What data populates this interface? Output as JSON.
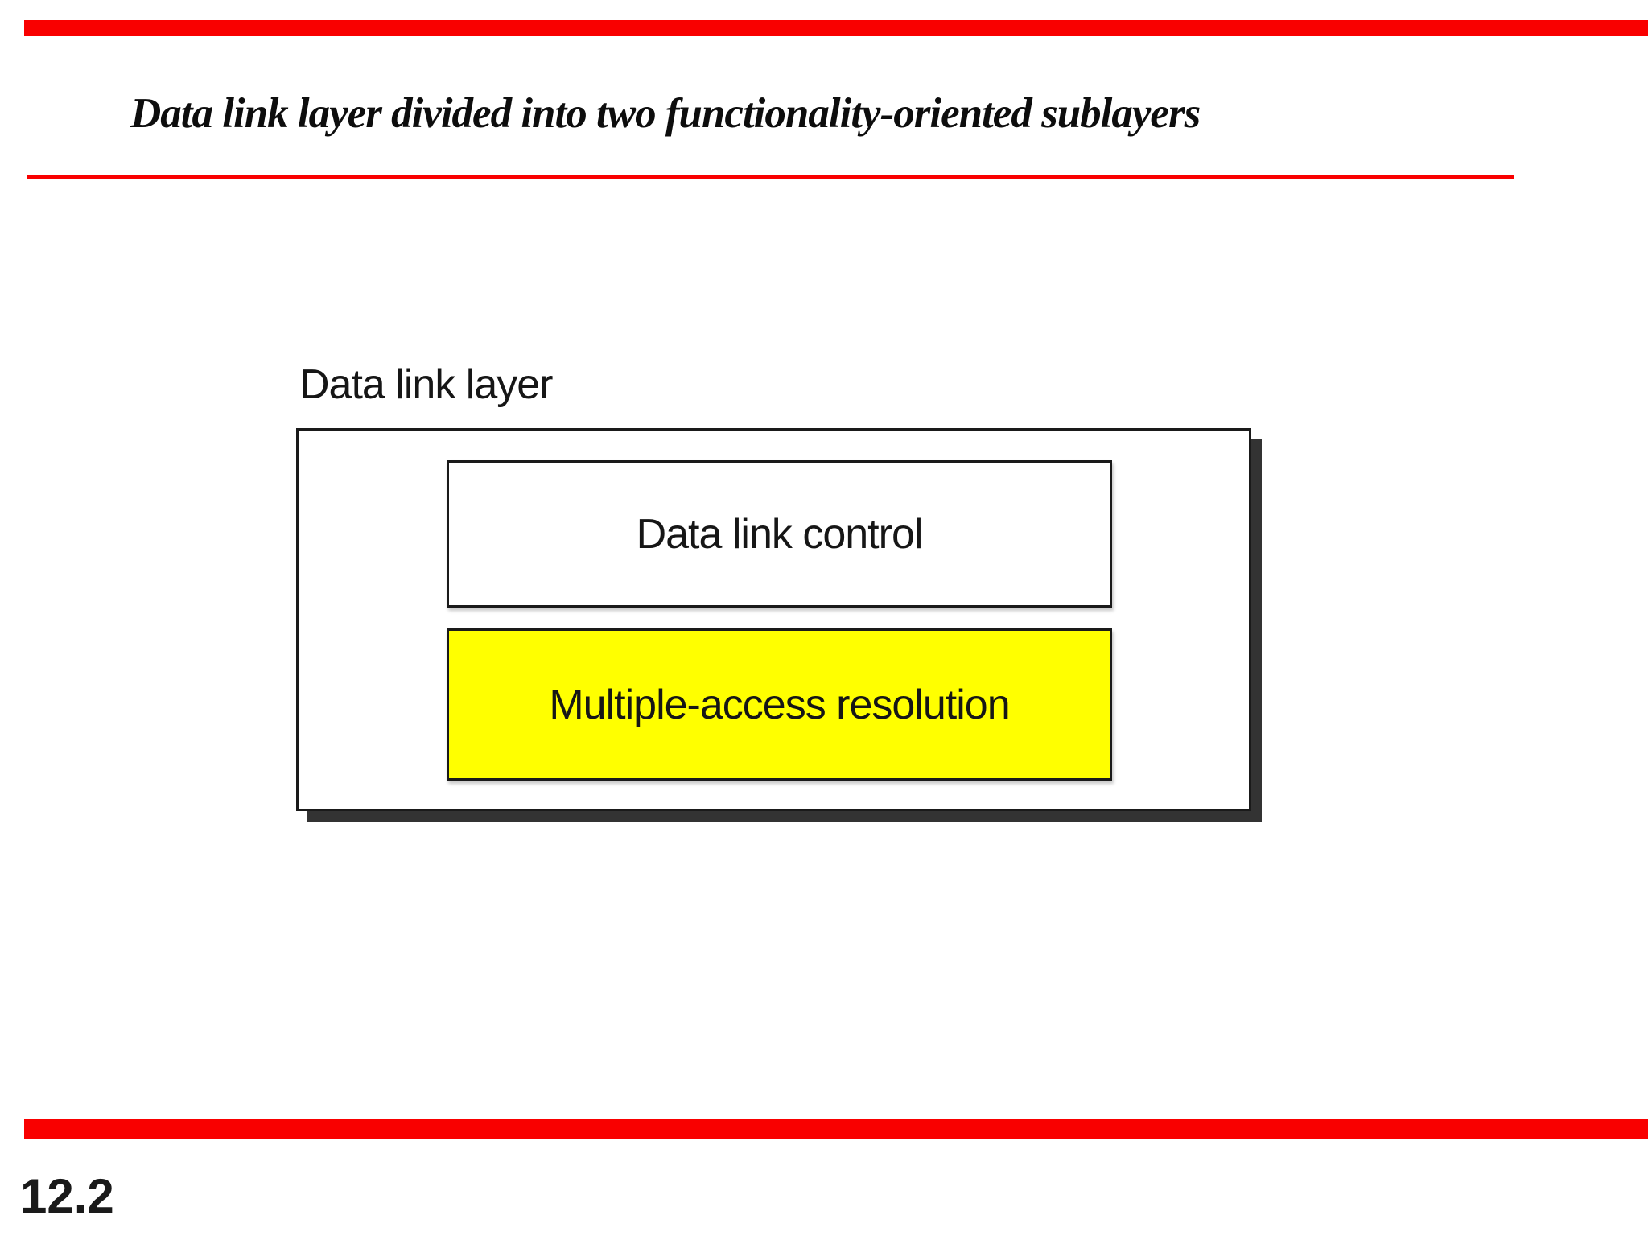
{
  "slide": {
    "header": {
      "title": "Data link layer divided into two functionality-oriented sublayers"
    },
    "footer": {
      "page_number": "12.2"
    },
    "colors": {
      "accent_red": "#f90000",
      "highlight_yellow": "#ffff00",
      "ink": "#1a1a1a",
      "shadow_gray": "#333333"
    },
    "diagram": {
      "label": "Data link layer",
      "sublayers": [
        {
          "name": "Data link control",
          "fill": "#ffffff"
        },
        {
          "name": "Multiple-access resolution",
          "fill": "#ffff00"
        }
      ]
    }
  }
}
